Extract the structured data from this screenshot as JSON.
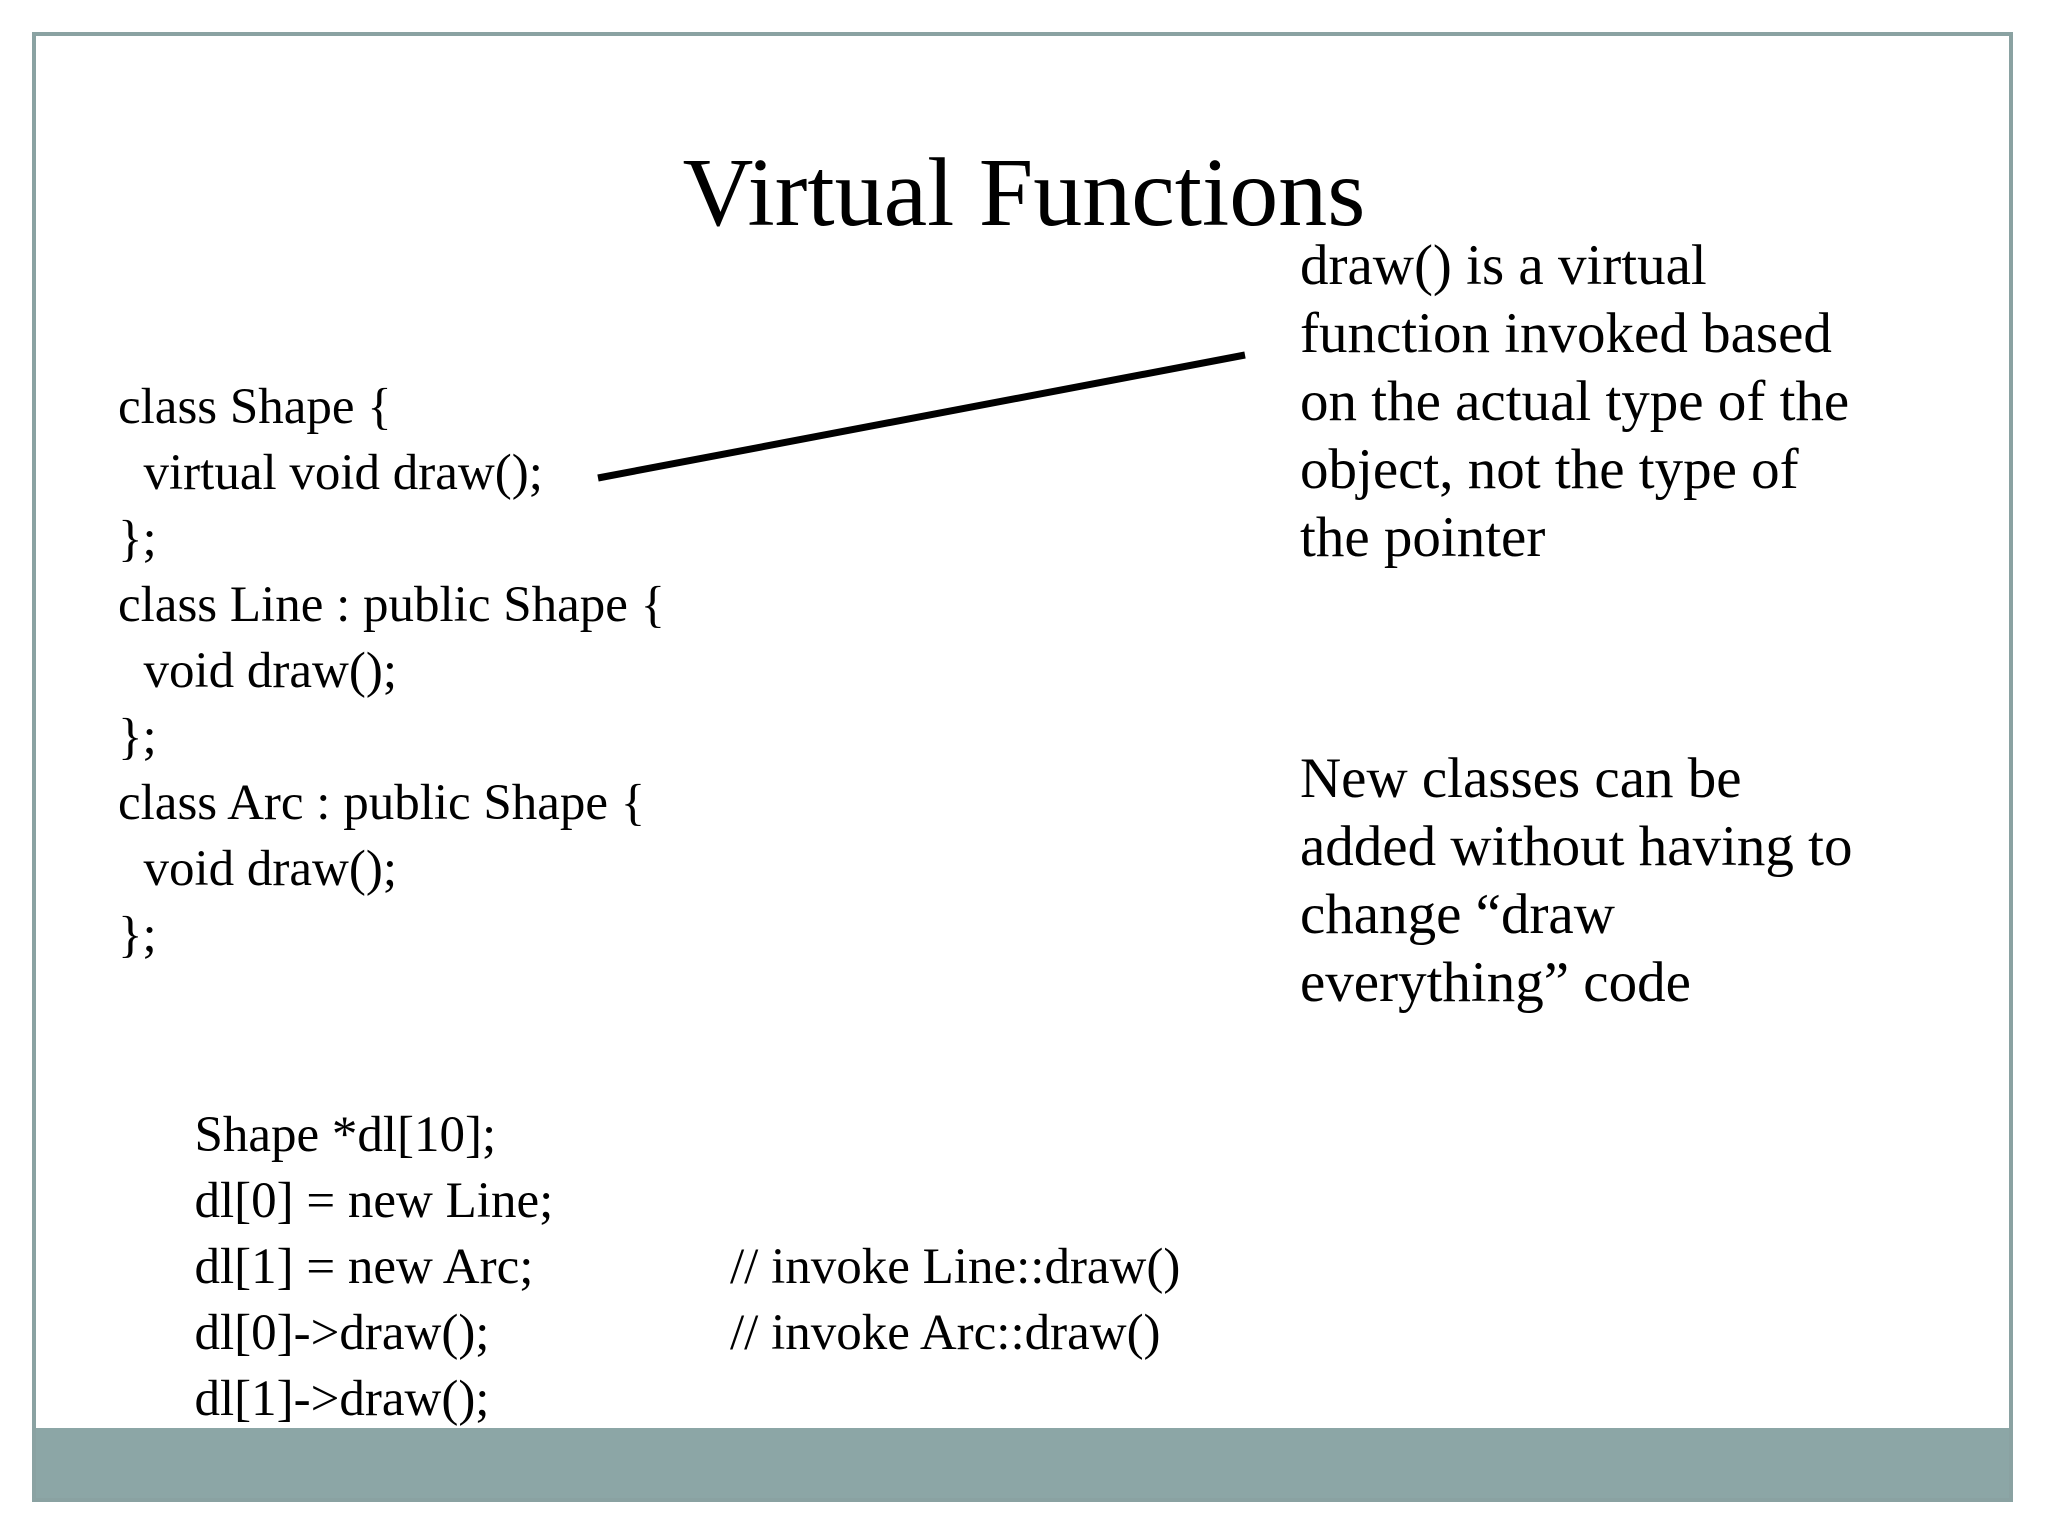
{
  "title": "Virtual Functions",
  "colors": {
    "frame": "#8AA2A2",
    "bar": "#8CA6A6",
    "text": "#000000",
    "background": "#FFFFFF"
  },
  "code": {
    "classes": [
      "class Shape {",
      "  virtual void draw();",
      "};",
      "class Line : public Shape {",
      "  void draw();",
      "};",
      "class Arc : public Shape {",
      "  void draw();",
      "};"
    ],
    "usage": [
      {
        "code": "Shape *dl[10];",
        "comment": ""
      },
      {
        "code": "dl[0] = new Line;",
        "comment": ""
      },
      {
        "code": "dl[1] = new Arc;",
        "comment": ""
      },
      {
        "code": "dl[0]->draw();",
        "comment": "// invoke Line::draw()"
      },
      {
        "code": "dl[1]->draw();",
        "comment": "// invoke Arc::draw()"
      }
    ]
  },
  "annotations": [
    {
      "lines": [
        "draw() is a virtual",
        "function invoked based",
        "on the actual type of the",
        "object, not the type of",
        "the pointer"
      ]
    },
    {
      "lines": [
        "New classes can be",
        "added without having to",
        "change “draw",
        "everything” code"
      ]
    }
  ]
}
